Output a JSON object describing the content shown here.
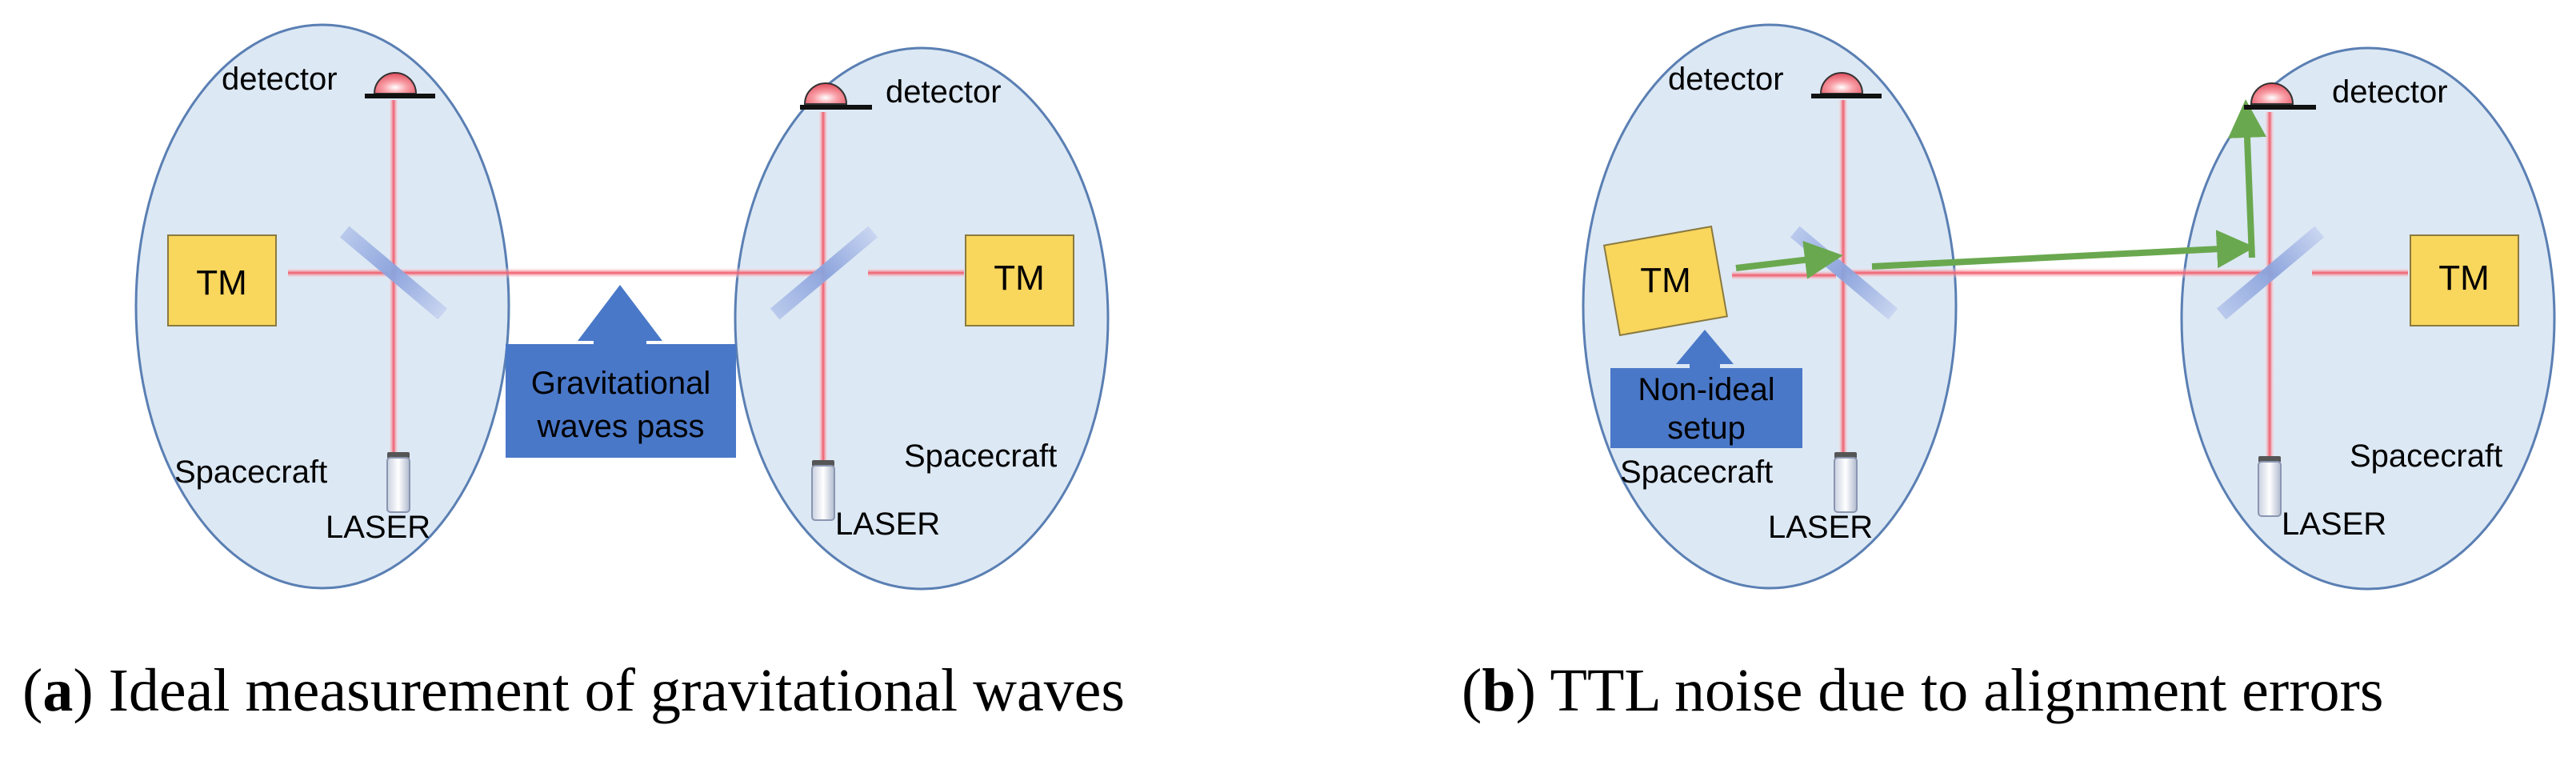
{
  "panel_a": {
    "caption_letter": "a",
    "caption_text": "Ideal measurement of gravitational waves",
    "left": {
      "detector": "detector",
      "tm": "TM",
      "spacecraft": "Spacecraft",
      "laser": "LASER"
    },
    "right": {
      "detector": "detector",
      "tm": "TM",
      "spacecraft": "Spacecraft",
      "laser": "LASER"
    },
    "arrow_box": {
      "line1": "Gravitational",
      "line2": "waves pass"
    }
  },
  "panel_b": {
    "caption_letter": "b",
    "caption_text": "TTL noise due to alignment errors",
    "left": {
      "detector": "detector",
      "tm": "TM",
      "spacecraft": "Spacecraft",
      "laser": "LASER"
    },
    "right": {
      "detector": "detector",
      "tm": "TM",
      "spacecraft": "Spacecraft",
      "laser": "LASER"
    },
    "arrow_box": {
      "line1": "Non-ideal",
      "line2": "setup"
    }
  },
  "colors": {
    "spacecraft_fill": "#dce8f4",
    "spacecraft_stroke": "#5a7fb3",
    "tm_fill": "#f9d65c",
    "arrow_box_fill": "#4a78c8",
    "beam_red": "#f06070",
    "misaligned_beam": "#6aa84f"
  }
}
